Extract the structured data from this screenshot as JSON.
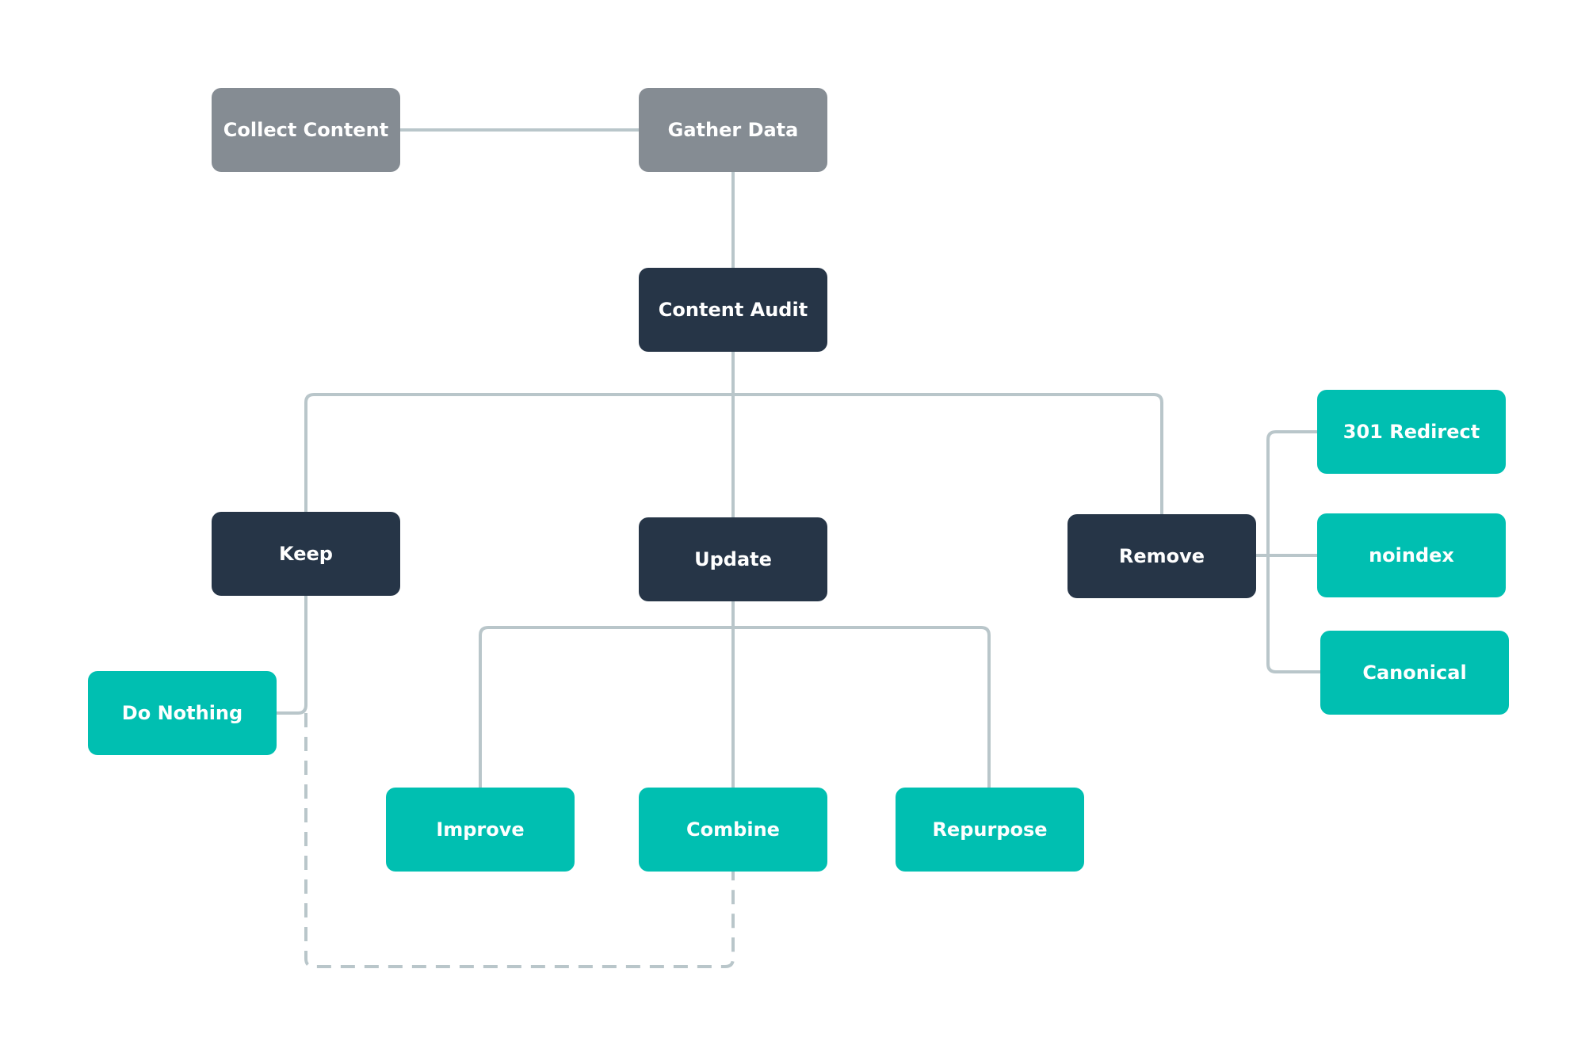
{
  "colors": {
    "gray_node": "#858c93",
    "dark_node": "#263547",
    "teal_node": "#00bfb1",
    "connector": "#b9c6ca",
    "background": "#ffffff"
  },
  "nodes": {
    "collect_content": "Collect Content",
    "gather_data": "Gather Data",
    "content_audit": "Content Audit",
    "keep": "Keep",
    "update": "Update",
    "remove": "Remove",
    "do_nothing": "Do Nothing",
    "improve": "Improve",
    "combine": "Combine",
    "repurpose": "Repurpose",
    "redirect_301": "301 Redirect",
    "noindex": "noindex",
    "canonical": "Canonical"
  }
}
